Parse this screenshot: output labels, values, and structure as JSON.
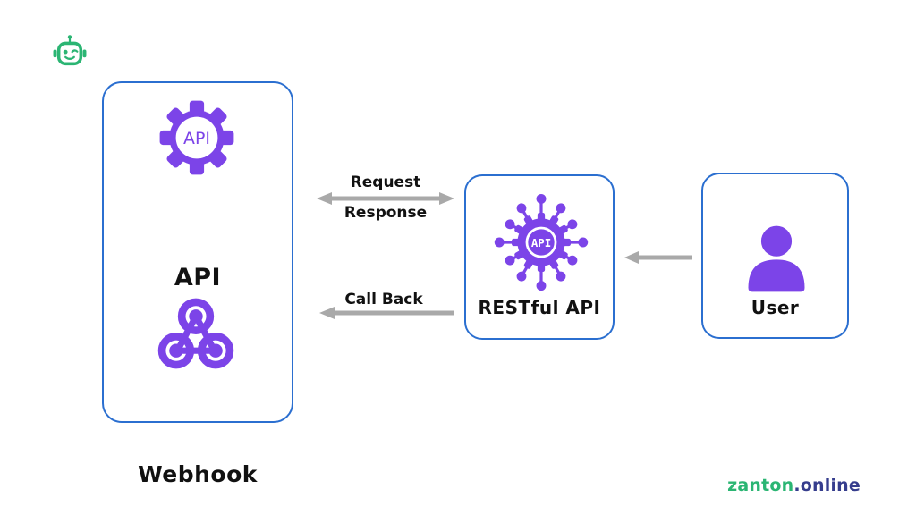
{
  "colors": {
    "accent_purple": "#7c44e8",
    "box_border_blue": "#2b6fd0",
    "arrow_gray": "#a9a9a9",
    "brand_green": "#2bb573",
    "brand_navy": "#363d8d",
    "label_black": "#111111"
  },
  "header": {
    "logo_icon": "robot-icon"
  },
  "diagram": {
    "provider_box": {
      "api": {
        "icon": "api-gear-icon",
        "icon_text": "API",
        "label": "API"
      },
      "webhook": {
        "icon": "webhook-icon",
        "label": "Webhook"
      }
    },
    "rest_box": {
      "icon": "rest-api-circuit-icon",
      "icon_text": "API",
      "label": "RESTful API"
    },
    "user_box": {
      "icon": "user-icon",
      "label": "User"
    },
    "arrows": {
      "request_label": "Request",
      "response_label": "Response",
      "callback_label": "Call Back"
    }
  },
  "footer": {
    "site_name": "zanton",
    "site_tld": ".online"
  }
}
